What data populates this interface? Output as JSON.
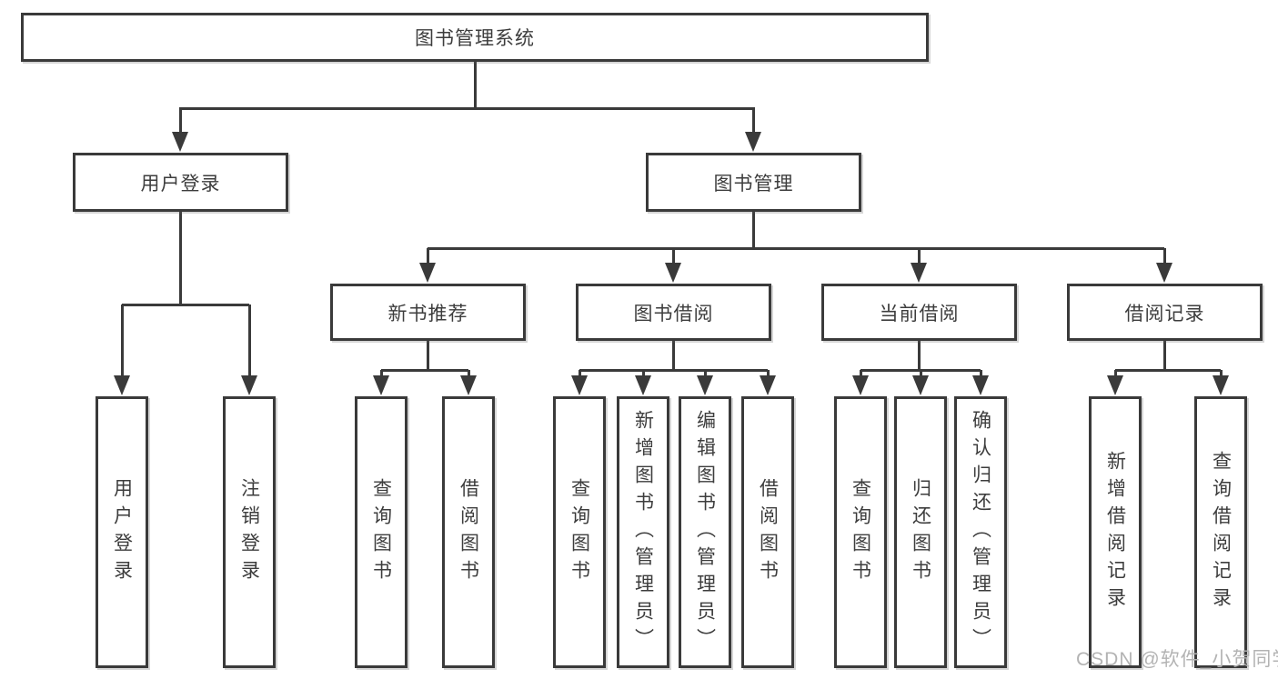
{
  "tree": {
    "root": {
      "label": "图书管理系统"
    },
    "user_login": {
      "label": "用户登录",
      "children": [
        {
          "label": "用户登录"
        },
        {
          "label": "注销登录"
        }
      ]
    },
    "book_manage": {
      "label": "图书管理",
      "modules": [
        {
          "label": "新书推荐",
          "children": [
            {
              "label": "查询图书"
            },
            {
              "label": "借阅图书"
            }
          ]
        },
        {
          "label": "图书借阅",
          "children": [
            {
              "label": "查询图书"
            },
            {
              "label": "新增图书（管理员）"
            },
            {
              "label": "编辑图书（管理员）"
            },
            {
              "label": "借阅图书"
            }
          ]
        },
        {
          "label": "当前借阅",
          "children": [
            {
              "label": "查询图书"
            },
            {
              "label": "归还图书"
            },
            {
              "label": "确认归还（管理员）"
            }
          ]
        },
        {
          "label": "借阅记录",
          "children": [
            {
              "label": "新增借阅记录"
            },
            {
              "label": "查询借阅记录"
            }
          ]
        }
      ]
    }
  },
  "watermark": "CSDN @软件_小贺同学",
  "colors": {
    "line": "#3a3a3a",
    "text": "#3d3d3d",
    "background": "#ffffff",
    "watermark": "#b3b3b3"
  }
}
